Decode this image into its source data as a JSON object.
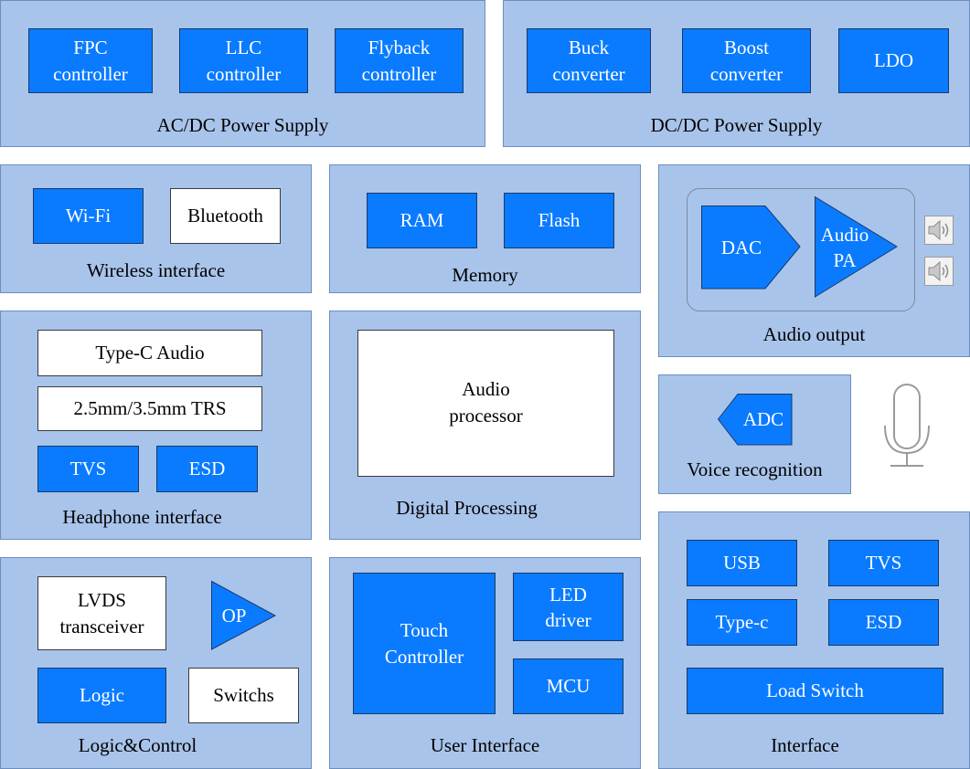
{
  "ac_dc": {
    "title": "AC/DC Power Supply",
    "fpc": "FPC\ncontroller",
    "llc": "LLC\ncontroller",
    "flyback": "Flyback\ncontroller"
  },
  "dc_dc": {
    "title": "DC/DC Power Supply",
    "buck": "Buck\nconverter",
    "boost": "Boost\nconverter",
    "ldo": "LDO"
  },
  "wireless": {
    "title": "Wireless interface",
    "wifi": "Wi-Fi",
    "bluetooth": "Bluetooth"
  },
  "memory": {
    "title": "Memory",
    "ram": "RAM",
    "flash": "Flash"
  },
  "audio_output": {
    "title": "Audio output",
    "dac": "DAC",
    "pa": "Audio\nPA"
  },
  "headphone": {
    "title": "Headphone interface",
    "typec_audio": "Type-C Audio",
    "trs": "2.5mm/3.5mm TRS",
    "tvs": "TVS",
    "esd": "ESD"
  },
  "digital": {
    "title": "Digital Processing",
    "processor": "Audio\nprocessor"
  },
  "voice": {
    "title": "Voice recognition",
    "adc": "ADC"
  },
  "logic": {
    "title": "Logic&Control",
    "lvds": "LVDS\ntransceiver",
    "op": "OP",
    "logic": "Logic",
    "switchs": "Switchs"
  },
  "user_if": {
    "title": "User Interface",
    "touch": "Touch\nController",
    "led": "LED\ndriver",
    "mcu": "MCU"
  },
  "interface": {
    "title": "Interface",
    "usb": "USB",
    "tvs": "TVS",
    "typec": "Type-c",
    "esd": "ESD",
    "load_switch": "Load Switch"
  },
  "colors": {
    "panel_fill": "#a9c4eb",
    "block_blue": "#0a7bff",
    "block_white": "#ffffff"
  }
}
